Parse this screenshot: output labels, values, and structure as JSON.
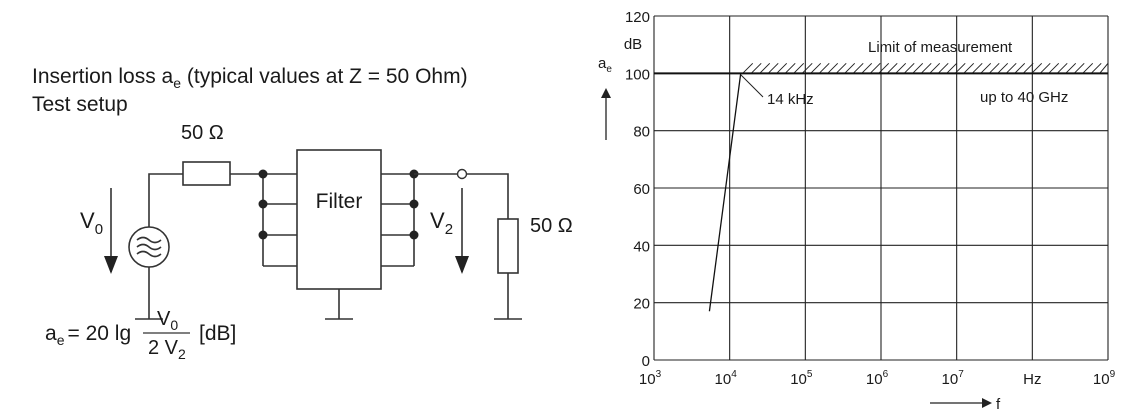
{
  "setup": {
    "title_prefix": "Insertion loss a",
    "title_sub": "e",
    "title_suffix": " (typical values at Z = 50 Ohm)",
    "subtitle": "Test setup",
    "r_in_label": "50 Ω",
    "r_out_label": "50 Ω",
    "v0_label": "V",
    "v0_sub": "0",
    "v2_label": "V",
    "v2_sub": "2",
    "filter_label": "Filter",
    "formula": {
      "lhs": "a",
      "lhs_sub": "e",
      "eq": "= 20 lg",
      "num": "V",
      "num_sub": "0",
      "den": "2 V",
      "den_sub": "2",
      "unit": "[dB]"
    }
  },
  "chart_data": {
    "type": "line",
    "title": "",
    "xlabel": "f",
    "xunit": "Hz",
    "ylabel": "a",
    "ylabel_sub": "e",
    "yunit": "dB",
    "xscale": "log",
    "xlim": [
      1000,
      1000000000
    ],
    "ylim": [
      0,
      120
    ],
    "grid": true,
    "x_ticks": [
      {
        "base": "10",
        "exp": "3"
      },
      {
        "base": "10",
        "exp": "4"
      },
      {
        "base": "10",
        "exp": "5"
      },
      {
        "base": "10",
        "exp": "6"
      },
      {
        "base": "10",
        "exp": "7"
      },
      {
        "base": "Hz",
        "exp": ""
      },
      {
        "base": "10",
        "exp": "9"
      }
    ],
    "y_ticks": [
      "0",
      "20",
      "40",
      "60",
      "80",
      "100",
      "120"
    ],
    "series": [
      {
        "name": "insertion loss",
        "x": [
          5400,
          14000,
          1000000000
        ],
        "y": [
          17,
          100,
          100
        ]
      }
    ],
    "limit_line": {
      "value": 100,
      "label": "Limit of measurement"
    },
    "annotations": [
      "14 kHz",
      "up to 40 GHz"
    ]
  }
}
